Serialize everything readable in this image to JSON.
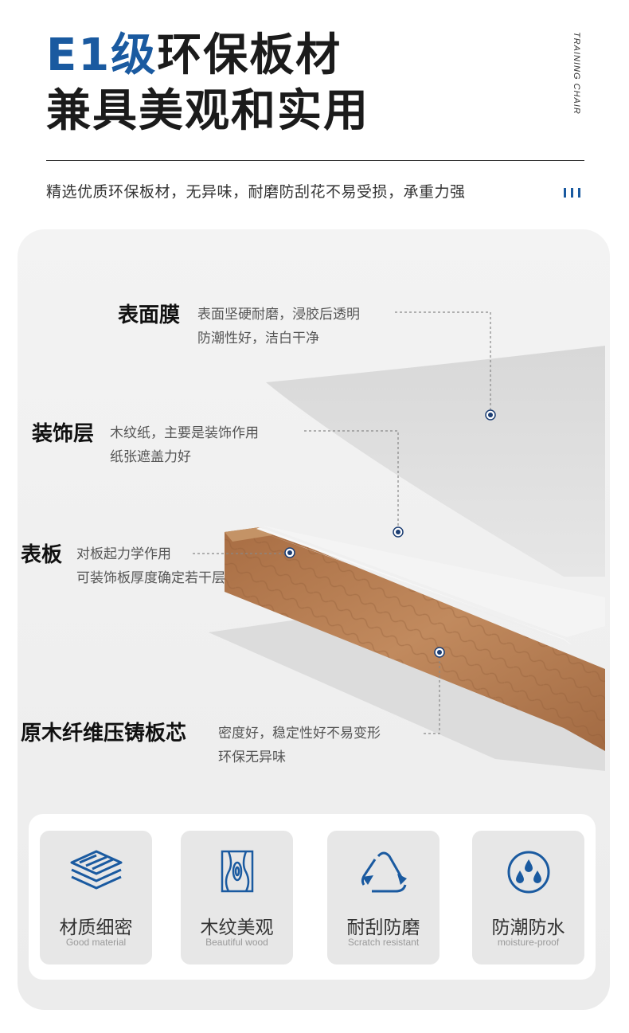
{
  "header": {
    "title_accent": "E1级",
    "title_rest": "环保板材",
    "title_line2": "兼具美观和实用",
    "vertical_label": "TRAINING CHAIR",
    "subtitle": "精选优质环保板材，无异味，耐磨防刮花不易受损，承重力强"
  },
  "layers": [
    {
      "title": "表面膜",
      "desc1": "表面坚硬耐磨，浸胶后透明",
      "desc2": "防潮性好，洁白干净"
    },
    {
      "title": "装饰层",
      "desc1": "木纹纸，主要是装饰作用",
      "desc2": "纸张遮盖力好"
    },
    {
      "title": "表板",
      "desc1": "对板起力学作用",
      "desc2": "可装饰板厚度确定若干层"
    },
    {
      "title": "原木纤维压铸板芯",
      "desc1": "密度好，稳定性好不易变形",
      "desc2": "环保无异味"
    }
  ],
  "features": [
    {
      "icon": "layers-icon",
      "title": "材质细密",
      "subtitle": "Good material"
    },
    {
      "icon": "wood-grain-icon",
      "title": "木纹美观",
      "subtitle": "Beautiful wood"
    },
    {
      "icon": "recycle-triangle-icon",
      "title": "耐刮防磨",
      "subtitle": "Scratch resistant"
    },
    {
      "icon": "water-drops-icon",
      "title": "防潮防水",
      "subtitle": "moisture-proof"
    }
  ],
  "colors": {
    "accent": "#1a5aa0",
    "wood": "#b57a4f",
    "marker": "#1c3e73"
  }
}
